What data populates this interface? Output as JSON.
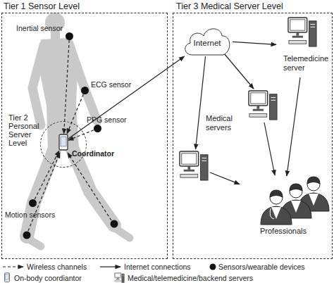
{
  "diagram": {
    "nodes": [
      {
        "text": [
          "Tier 1 Sensor Level"
        ]
      },
      {
        "text": [
          "Inertial sensor"
        ],
        "in": 0
      },
      {
        "text": [
          "ECG sensor"
        ],
        "in": 0
      },
      {
        "text": [
          "Tier 2 Personal Server Level"
        ],
        "in": 0
      },
      {
        "text": [
          "Coordinator"
        ],
        "in": 3
      },
      {
        "text": [
          "PPG sensor"
        ],
        "in": 0
      },
      {
        "text": [
          "Motion sensors"
        ],
        "in": 0
      },
      {
        "text": [
          "Tier 3 Medical Server Level"
        ]
      },
      {
        "text": [
          "Internet"
        ],
        "in": 7
      },
      {
        "text": [
          "Telemedicine server"
        ],
        "in": 7
      },
      {
        "text": [
          "Medical servers"
        ],
        "in": 7
      },
      {
        "text": [
          "Professionals"
        ],
        "in": 7
      }
    ],
    "edges": [
      {
        "from": 1,
        "to": 4,
        "arrow": "to"
      },
      {
        "from": 2,
        "to": 4,
        "arrow": "to"
      },
      {
        "from": 5,
        "to": 4,
        "arrow": "to"
      },
      {
        "from": 6,
        "to": 4,
        "arrow": "to"
      },
      {
        "from": 4,
        "to": 8,
        "arrow": "to"
      },
      {
        "from": 8,
        "to": 9,
        "arrow": "to"
      },
      {
        "from": 8,
        "to": 10,
        "arrow": "to"
      },
      {
        "from": 9,
        "to": 11,
        "arrow": "to"
      },
      {
        "from": 10,
        "to": 11,
        "arrow": "to"
      }
    ],
    "legend": [
      {
        "text": "Wireless channels"
      },
      {
        "text": "Internet connections"
      },
      {
        "text": "Sensors/wearable devices"
      },
      {
        "text": "On-body coordiantor"
      },
      {
        "text": "Medical/telemedicine/backend servers"
      }
    ]
  }
}
